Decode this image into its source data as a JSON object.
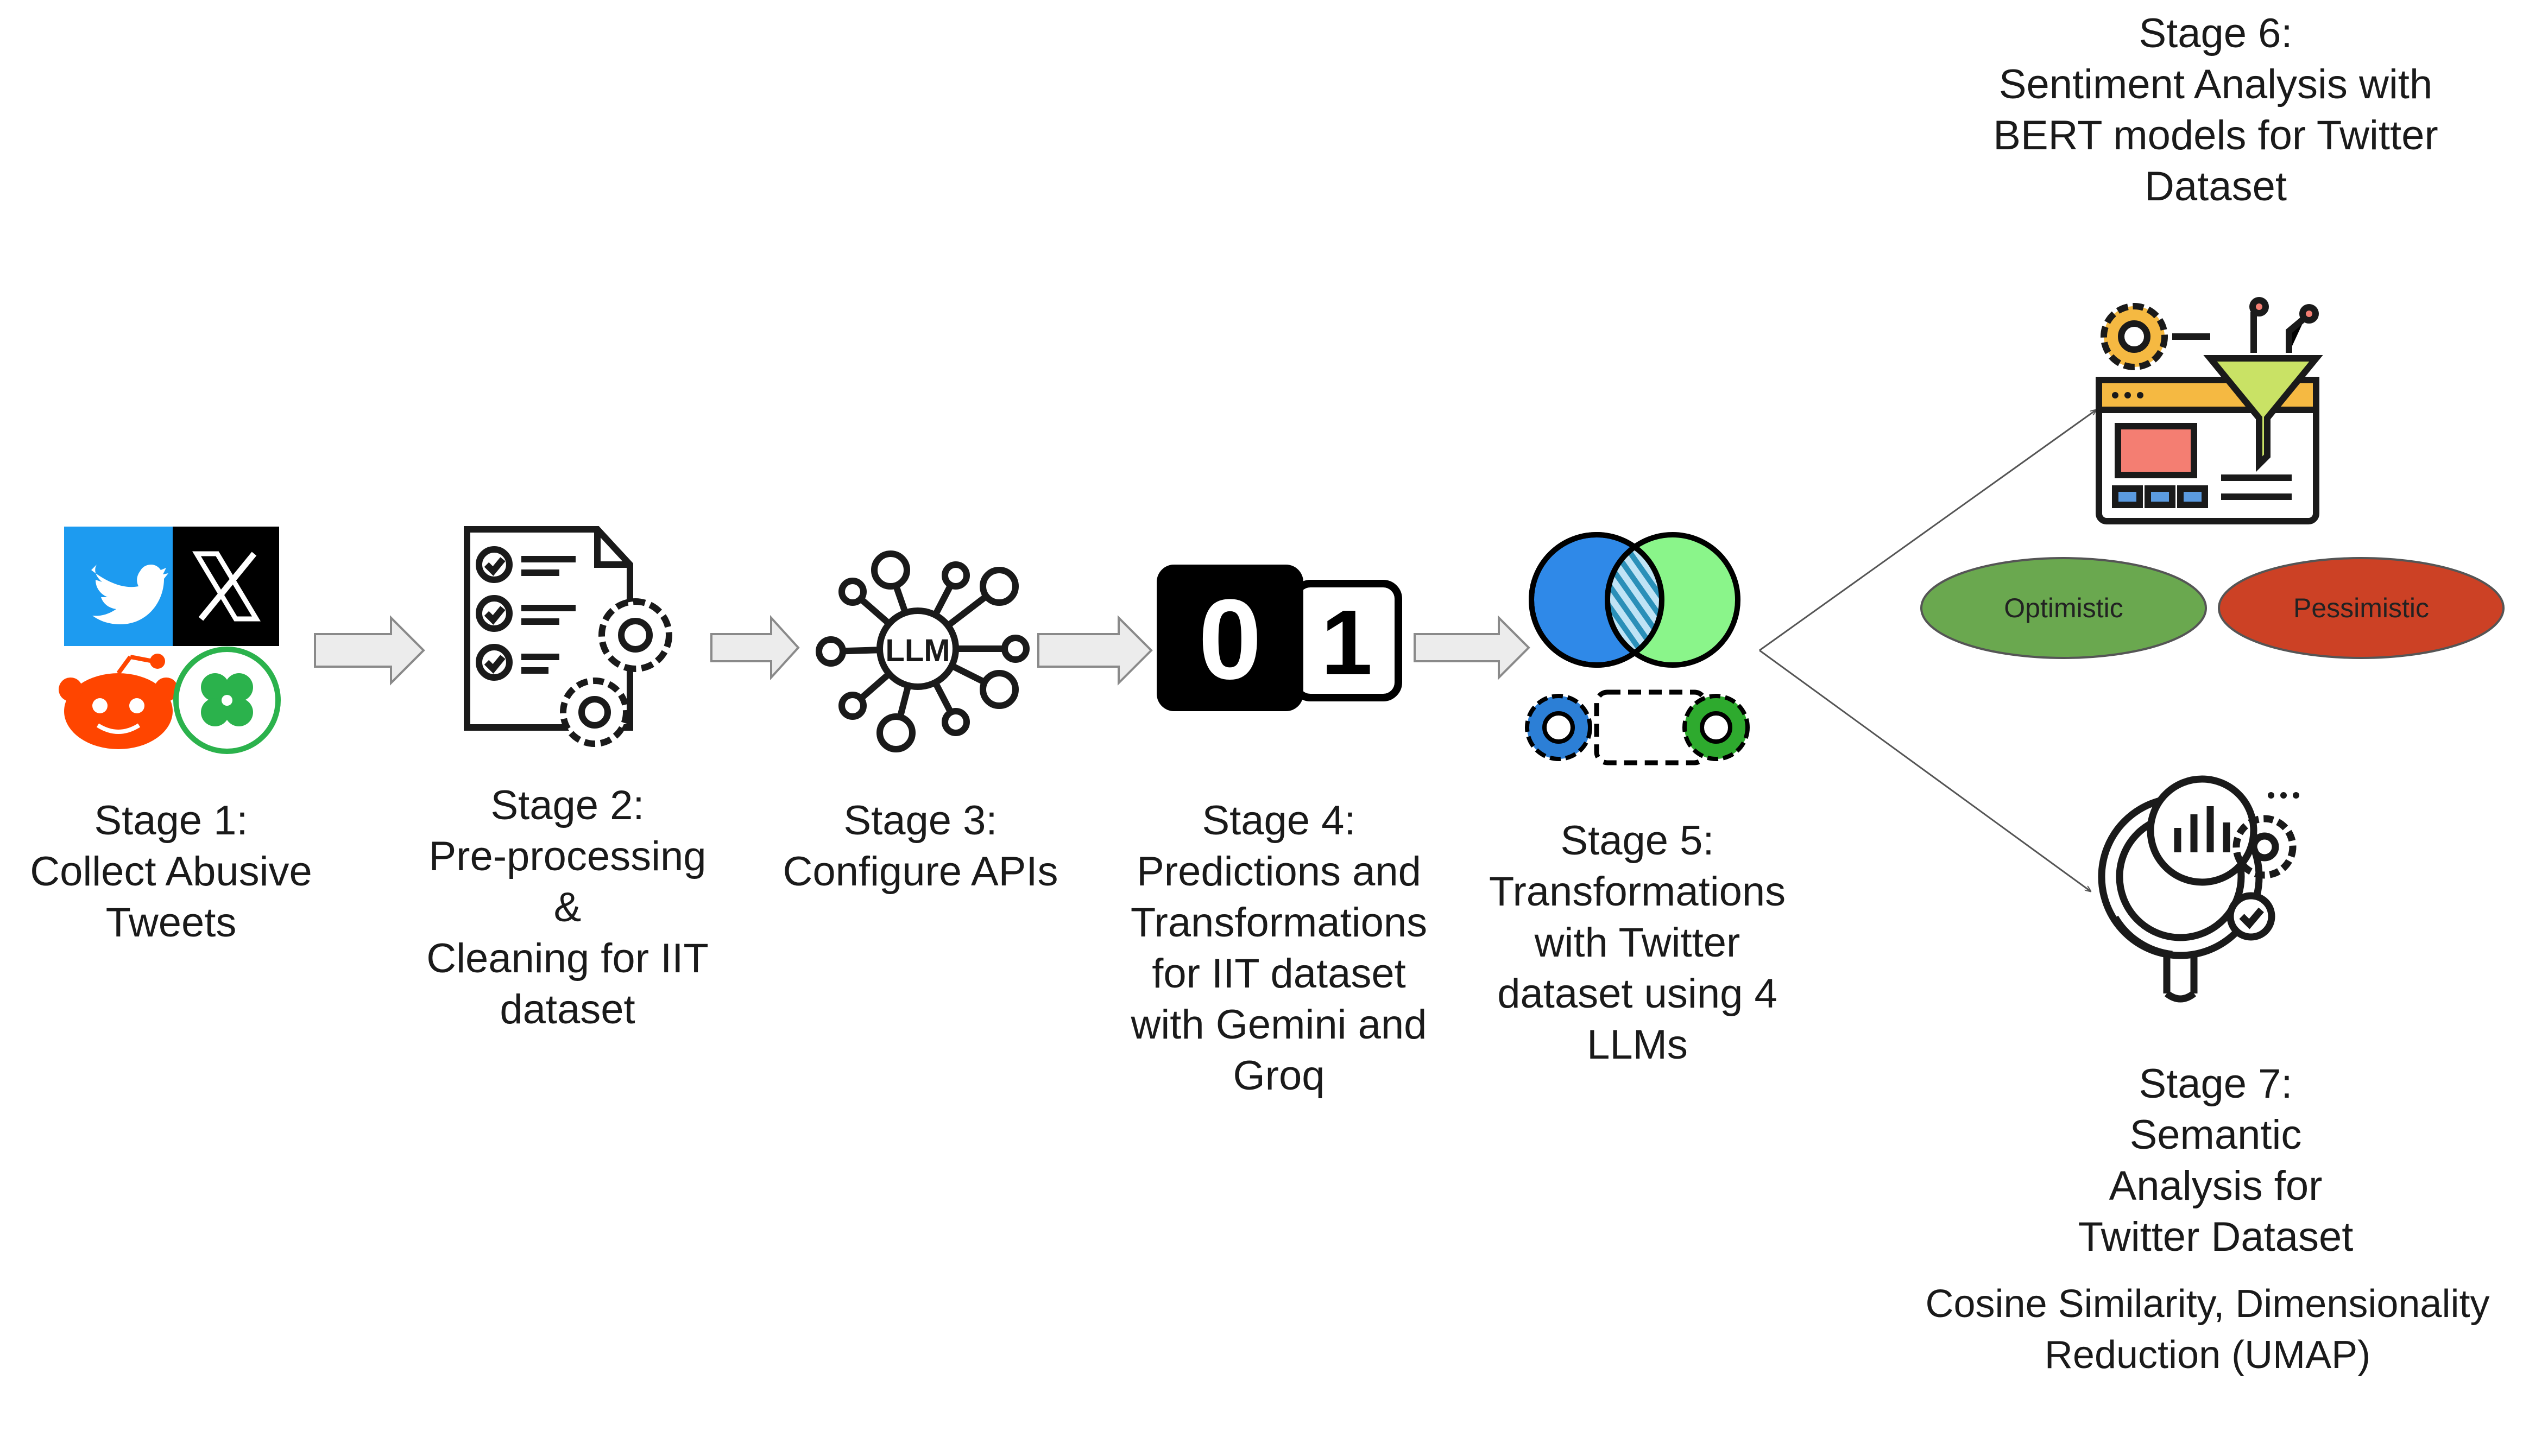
{
  "stage1": {
    "lines": [
      "Stage 1:",
      "Collect Abusive",
      "Tweets"
    ]
  },
  "stage2": {
    "lines": [
      "Stage 2:",
      "Pre-processing",
      "&",
      "Cleaning for IIT",
      "dataset"
    ]
  },
  "stage3": {
    "lines": [
      "Stage 3:",
      "Configure APIs"
    ],
    "icon_text": "LLM"
  },
  "stage4": {
    "lines": [
      "Stage 4:",
      "Predictions and",
      "Transformations",
      "for IIT dataset",
      "with Gemini and",
      "Groq"
    ],
    "digits": [
      "0",
      "1"
    ]
  },
  "stage5": {
    "lines": [
      "Stage 5:",
      "Transformations",
      "with Twitter",
      "dataset using 4",
      "LLMs"
    ]
  },
  "stage6": {
    "lines": [
      "Stage 6:",
      "Sentiment Analysis with",
      "BERT models for Twitter",
      "Dataset"
    ],
    "optimistic": "Optimistic",
    "pessimistic": "Pessimistic"
  },
  "stage7": {
    "lines": [
      "Stage 7:",
      "Semantic",
      "Analysis for",
      "Twitter Dataset"
    ],
    "detail_lines": [
      "Cosine Similarity, Dimensionality",
      "Reduction (UMAP)"
    ]
  },
  "icons": [
    "twitter-bird-icon",
    "x-logo-icon",
    "reddit-icon",
    "clover-icon",
    "checklist-gears-icon",
    "llm-network-icon",
    "binary-digits-icon",
    "venn-gears-icon",
    "funnel-dashboard-icon",
    "magnifier-chart-icon"
  ],
  "colors": {
    "twitter_blue": "#1d9bf0",
    "optimistic": "#6aa84f",
    "pessimistic": "#cc4125",
    "venn_blue": "#2f89e8",
    "venn_green": "#8af58a",
    "gear_blue": "#2c7fd6",
    "gear_green": "#2eaa2e"
  }
}
